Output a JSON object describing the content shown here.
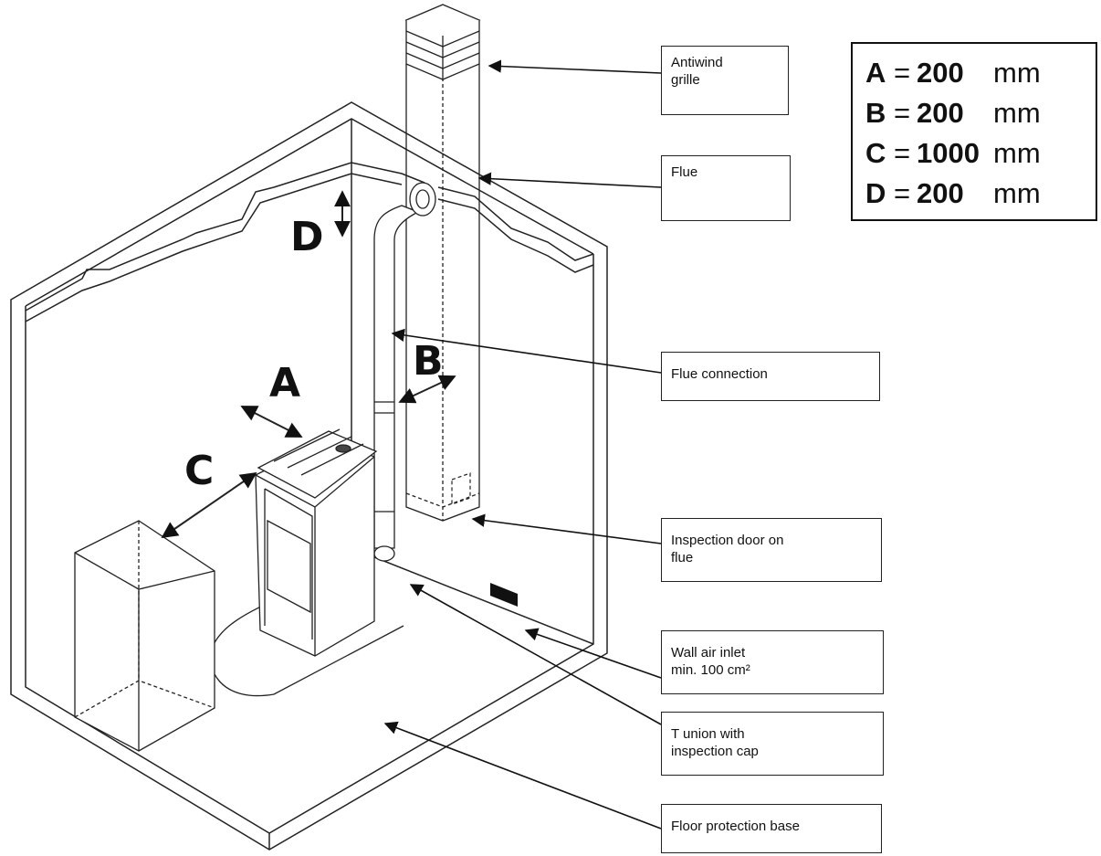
{
  "dimensions": [
    {
      "key": "A",
      "value": "200",
      "unit": "mm"
    },
    {
      "key": "B",
      "value": "200",
      "unit": "mm"
    },
    {
      "key": "C",
      "value": "1000",
      "unit": "mm"
    },
    {
      "key": "D",
      "value": "200",
      "unit": "mm"
    }
  ],
  "dimension_equals": "=",
  "letters": {
    "A": "A",
    "B": "B",
    "C": "C",
    "D": "D"
  },
  "callouts": {
    "antiwind_grille": "Antiwind\ngrille",
    "flue": "Flue",
    "flue_connection": "Flue connection",
    "inspection_door": "Inspection door on\nflue",
    "wall_air_inlet": "Wall air inlet\nmin. 100 cm²",
    "t_union": "T union with\ninspection cap",
    "floor_protection": "Floor protection base"
  }
}
